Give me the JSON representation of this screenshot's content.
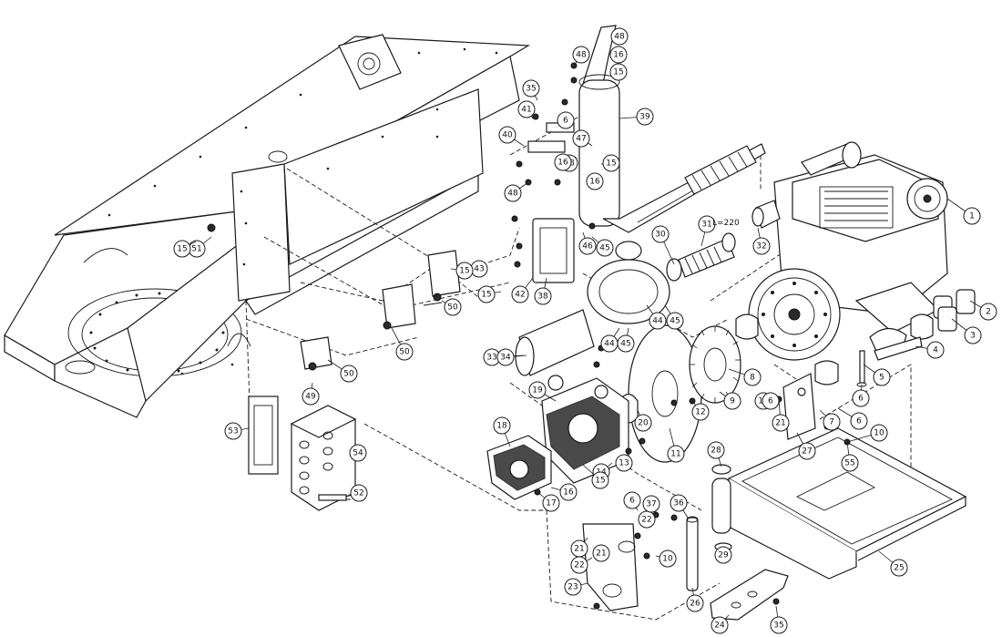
{
  "diagram": {
    "line_color": "#1a1a1a",
    "background": "#ffffff",
    "callout_labels": [
      "1",
      "2",
      "3",
      "4",
      "5",
      "6",
      "6",
      "7",
      "8",
      "9",
      "10",
      "10",
      "11",
      "12",
      "13",
      "14",
      "15",
      "16",
      "17",
      "18",
      "19",
      "20",
      "21",
      "21",
      "22",
      "22",
      "23",
      "24",
      "25",
      "26",
      "27",
      "28",
      "29",
      "30",
      "31",
      "32",
      "33",
      "34",
      "35",
      "35",
      "36",
      "37",
      "38",
      "39",
      "40",
      "41",
      "42",
      "43",
      "44",
      "45",
      "44",
      "45",
      "45",
      "46",
      "47",
      "48",
      "48",
      "48",
      "16",
      "15",
      "15",
      "16",
      "48",
      "6",
      "49",
      "50",
      "50",
      "50",
      "51",
      "52",
      "53",
      "54",
      "55",
      "15",
      "15",
      "21",
      "10",
      "6",
      "6",
      "15",
      "16"
    ],
    "hose_length_label": "L=220"
  }
}
